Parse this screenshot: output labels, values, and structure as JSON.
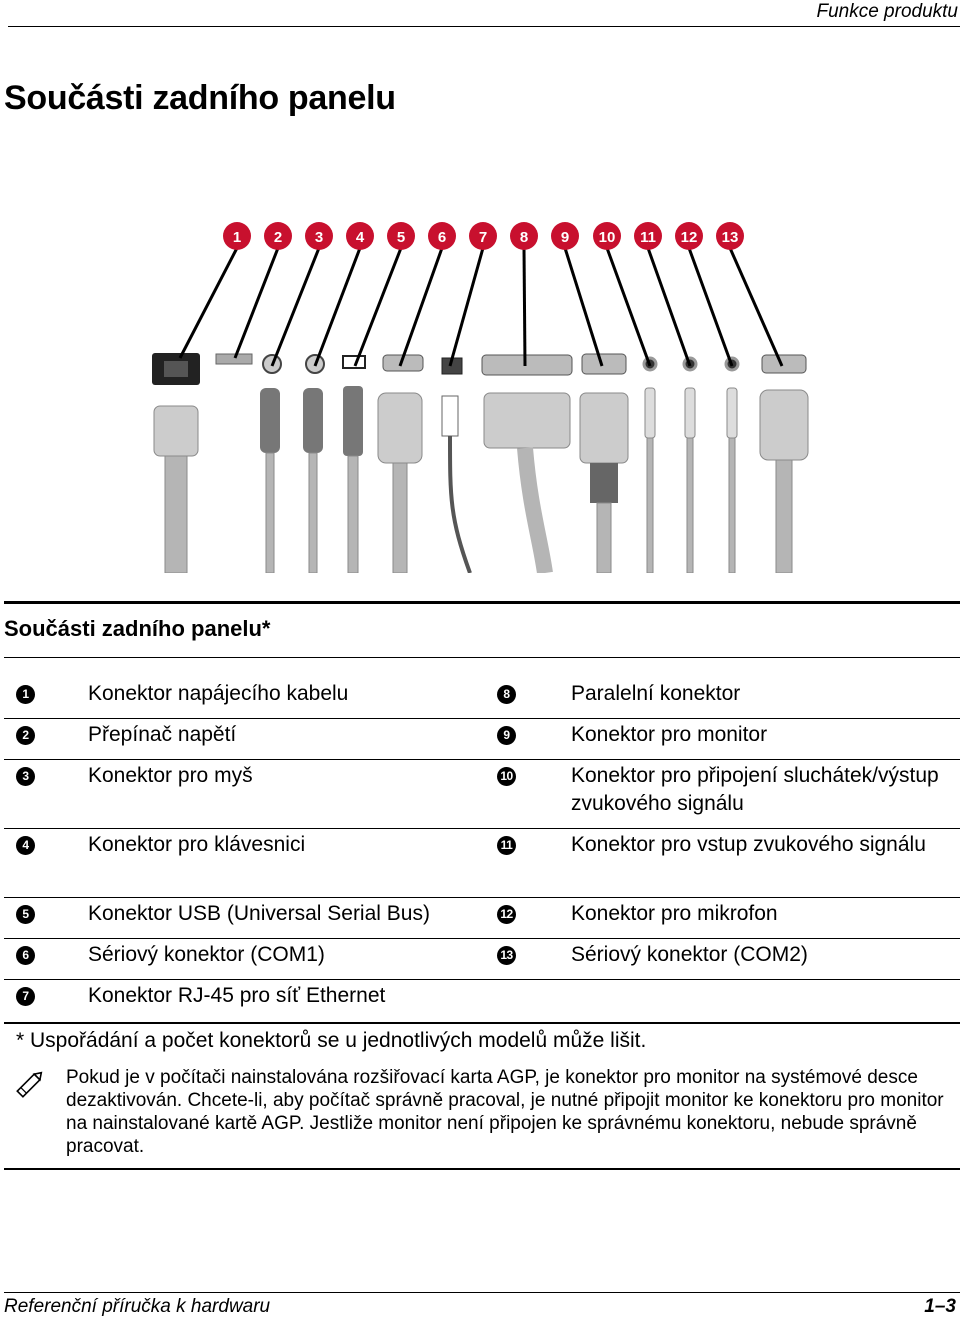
{
  "running_header": "Funkce produktu",
  "title": "Součásti zadního panelu",
  "table": {
    "title": "Součásti zadního panelu*",
    "rows": [
      {
        "left_num": "1",
        "left_text": "Konektor napájecího kabelu",
        "right_num": "8",
        "right_text": "Paralelní konektor"
      },
      {
        "left_num": "2",
        "left_text": "Přepínač napětí",
        "right_num": "9",
        "right_text": "Konektor pro monitor"
      },
      {
        "left_num": "3",
        "left_text": "Konektor pro myš",
        "right_num": "10",
        "right_text": "Konektor pro připojení sluchátek/výstup zvukového signálu"
      },
      {
        "left_num": "4",
        "left_text": "Konektor pro klávesnici",
        "right_num": "11",
        "right_text": "Konektor pro vstup zvukového signálu"
      },
      {
        "left_num": "5",
        "left_text": "Konektor USB (Universal Serial Bus)",
        "right_num": "12",
        "right_text": "Konektor pro mikrofon"
      },
      {
        "left_num": "6",
        "left_text": "Sériový konektor (COM1)",
        "right_num": "13",
        "right_text": "Sériový konektor (COM2)"
      },
      {
        "left_num": "7",
        "left_text": "Konektor RJ-45 pro síť Ethernet",
        "right_num": "",
        "right_text": ""
      }
    ],
    "footnote": "* Uspořádání a počet konektorů se u jednotlivých modelů může lišit."
  },
  "note": {
    "icon": "pencil-icon",
    "text": "Pokud je v počítači nainstalována rozšiřovací karta AGP, je konektor pro monitor na systémové desce dezaktivován. Chcete-li, aby počítač správně pracoval, je nutné připojit monitor ke konektoru pro monitor na nainstalované kartě AGP. Jestliže monitor není připojen ke správnému konektoru, nebude správně pracovat."
  },
  "figure": {
    "callouts": [
      "1",
      "2",
      "3",
      "4",
      "5",
      "6",
      "7",
      "8",
      "9",
      "10",
      "11",
      "12",
      "13"
    ]
  },
  "footer": {
    "left": "Referenční příručka k hardwaru",
    "right": "1–3"
  }
}
